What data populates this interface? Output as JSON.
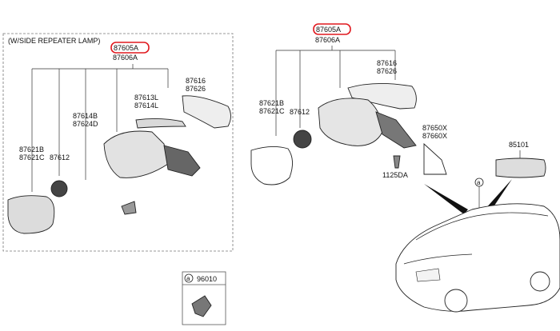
{
  "left_group": {
    "title": "(W/SIDE REPEATER LAMP)",
    "highlight_code": "87605A",
    "sub_code": "87606A",
    "labels": {
      "cover_a": "87616",
      "cover_b": "87626",
      "lamp_a": "87613L",
      "lamp_b": "87614L",
      "harness_a": "87614B",
      "harness_b": "87624D",
      "glass_a": "87621B",
      "glass_b": "87621C",
      "actuator": "87612"
    }
  },
  "right_group": {
    "highlight_code": "87605A",
    "sub_code": "87606A",
    "labels": {
      "cover_a": "87616",
      "cover_b": "87626",
      "glass_a": "87621B",
      "glass_b": "87621C",
      "actuator": "87612",
      "garnish_a": "87650X",
      "garnish_b": "87660X",
      "bolt": "1125DA",
      "inner_mirror": "85101",
      "callout": "a"
    }
  },
  "legend_box": {
    "callout": "a",
    "part": "96010"
  },
  "colors": {
    "highlight": "#e0191f",
    "line": "#333333",
    "part_fill": "#e8e8e8"
  }
}
